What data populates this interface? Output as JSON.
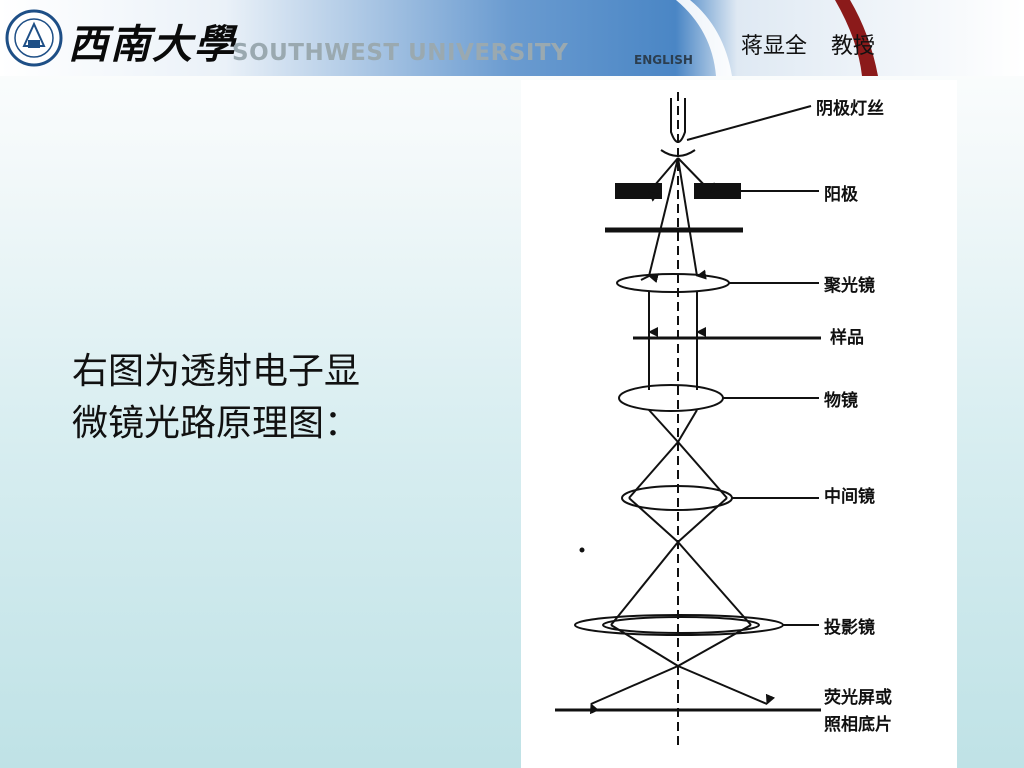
{
  "header": {
    "university_cn": "西南大學",
    "university_en": "SOUTHWEST UNIVERSITY",
    "english_link": "ENGLISH",
    "author_name": "蒋显全",
    "author_title": "教授",
    "colors": {
      "band": "#4a86c5",
      "swoosh": "#8b1a1a"
    }
  },
  "caption": {
    "line1": "右图为透射电子显",
    "line2": "微镜光路原理图："
  },
  "diagram": {
    "labels": {
      "filament": "阴极灯丝",
      "anode": "阳极",
      "condenser": "聚光镜",
      "specimen": "样品",
      "objective": "物镜",
      "intermediate": "中间镜",
      "projector": "投影镜",
      "screen_line1": "荧光屏或",
      "screen_line2": "照相底片"
    }
  }
}
